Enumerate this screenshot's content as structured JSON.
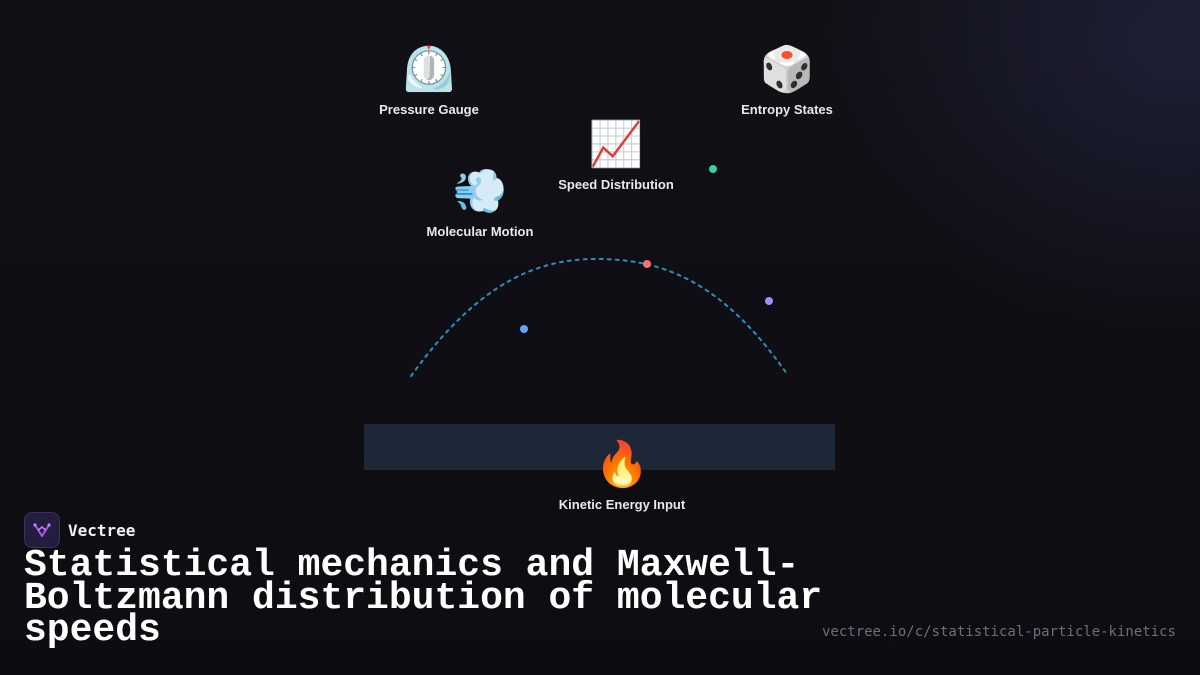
{
  "diagram": {
    "nodes": {
      "pressure": {
        "icon": "⏲️",
        "icon_name": "timer-clock-icon",
        "label": "Pressure Gauge"
      },
      "entropy": {
        "icon": "🎲",
        "icon_name": "game-die-icon",
        "label": "Entropy States"
      },
      "speed": {
        "icon": "📈",
        "icon_name": "chart-increasing-icon",
        "label": "Speed Distribution"
      },
      "motion": {
        "icon": "💨",
        "icon_name": "dashing-away-icon",
        "label": "Molecular Motion"
      },
      "kinetic": {
        "icon": "🔥",
        "icon_name": "fire-icon",
        "label": "Kinetic Energy Input"
      }
    },
    "particles": [
      {
        "color": "#34d399"
      },
      {
        "color": "#f87171"
      },
      {
        "color": "#a78bfa"
      },
      {
        "color": "#60a5fa"
      }
    ],
    "curve_color": "#2a8fbf",
    "base_color": "#1e2738"
  },
  "brand": {
    "name": "Vectree",
    "logo_color": "#a855f7"
  },
  "title": "Statistical mechanics and Maxwell-Boltzmann distribution of molecular speeds",
  "url": "vectree.io/c/statistical-particle-kinetics"
}
